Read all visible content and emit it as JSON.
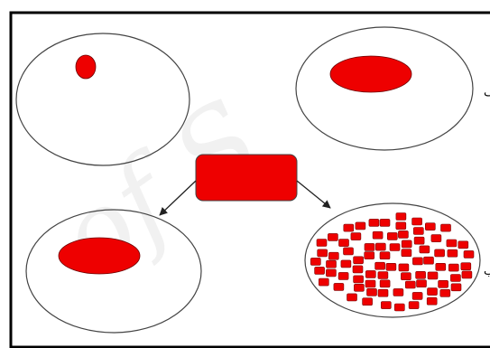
{
  "diagram": {
    "colors": {
      "fill": "#ee0000",
      "stroke": "#444444",
      "frame": "#000000",
      "watermark": "#d8d8d8"
    },
    "labels": {
      "top_right": "ف",
      "bottom_right": "ب"
    },
    "watermark_text": "of S",
    "scattered_block_count": 92
  }
}
